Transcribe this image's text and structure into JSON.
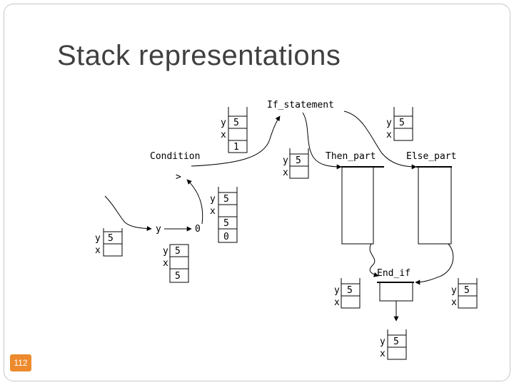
{
  "slide": {
    "title": "Stack representations",
    "page_number": "112",
    "badge_color": "#ec8a2d"
  },
  "diagram": {
    "nodes": {
      "if_statement": "If_statement",
      "condition": "Condition",
      "then_part": "Then_part",
      "else_part": "Else_part",
      "end_if": "End_if",
      "greater_than": ">",
      "y_operand": "y",
      "zero_operand": "0"
    },
    "stacks": {
      "initial": {
        "y_label": "y",
        "x_label": "x",
        "cells": [
          "5",
          ""
        ]
      },
      "after_y": {
        "y_label": "y",
        "x_label": "x",
        "cells": [
          "5",
          "5"
        ]
      },
      "after_zero": {
        "y_label": "y",
        "x_label": "x",
        "cells": [
          "5",
          "5",
          "0"
        ]
      },
      "after_condition": {
        "y_label": "y",
        "x_label": "x",
        "cells": [
          "5",
          "",
          "1"
        ]
      },
      "then_entry": {
        "y_label": "y",
        "x_label": "x",
        "cells": [
          "5",
          ""
        ]
      },
      "else_entry": {
        "y_label": "y",
        "x_label": "x",
        "cells": [
          "5",
          ""
        ]
      },
      "then_exit": {
        "y_label": "y",
        "x_label": "x",
        "cells": [
          "5",
          ""
        ]
      },
      "else_exit": {
        "y_label": "y",
        "x_label": "x",
        "cells": [
          "5",
          ""
        ]
      },
      "final": {
        "y_label": "y",
        "x_label": "x",
        "cells": [
          "5",
          ""
        ]
      }
    }
  }
}
